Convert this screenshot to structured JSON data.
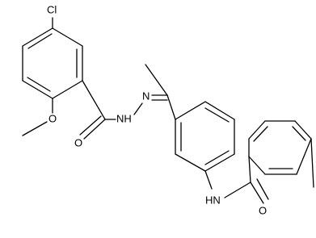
{
  "labels": {
    "chlorine": "Cl",
    "methoxy_oxygen": "O",
    "carbonyl_oxygen_left": "O",
    "hydrazide_nh": "NH",
    "imine_nitrogen": "N",
    "amide_nh": "HN",
    "carbonyl_oxygen_right": "O"
  },
  "colors": {
    "bond": "#000000",
    "text": "#000000",
    "background": "#ffffff"
  }
}
